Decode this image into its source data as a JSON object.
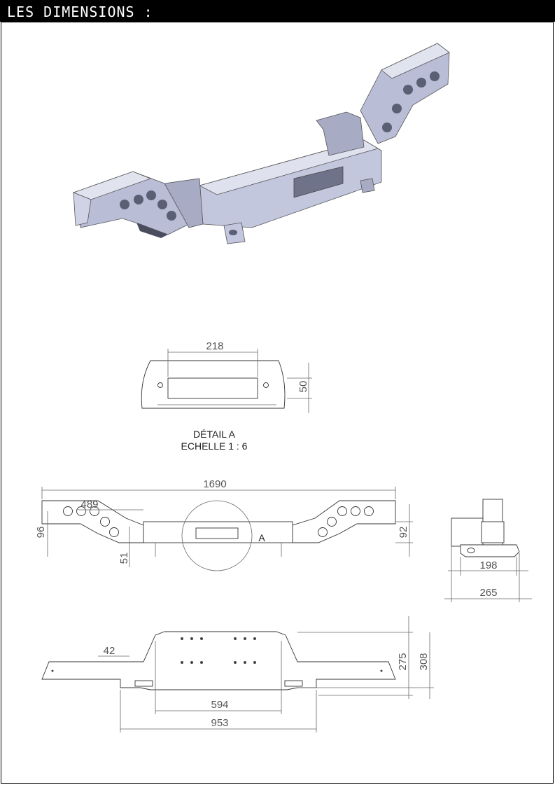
{
  "header": {
    "title": "LES DIMENSIONS :"
  },
  "detail": {
    "label_line1": "DÉTAIL A",
    "label_line2": "ECHELLE 1 : 6",
    "dim_width": "218",
    "dim_height": "50"
  },
  "front_view": {
    "dim_overall": "1690",
    "dim_top_center": "489",
    "dim_left_height": "96",
    "dim_right_height": "92",
    "dim_lower": "51",
    "detail_marker": "A"
  },
  "side_view": {
    "dim_inner": "198",
    "dim_outer": "265"
  },
  "top_view": {
    "dim_small": "42",
    "dim_depth_inner": "275",
    "dim_depth_outer": "308",
    "dim_center_width": "594",
    "dim_mount_width": "953"
  },
  "colors": {
    "header_bg": "#000000",
    "part_fill": "#b9bdd6",
    "part_shadow": "#7c8199"
  }
}
